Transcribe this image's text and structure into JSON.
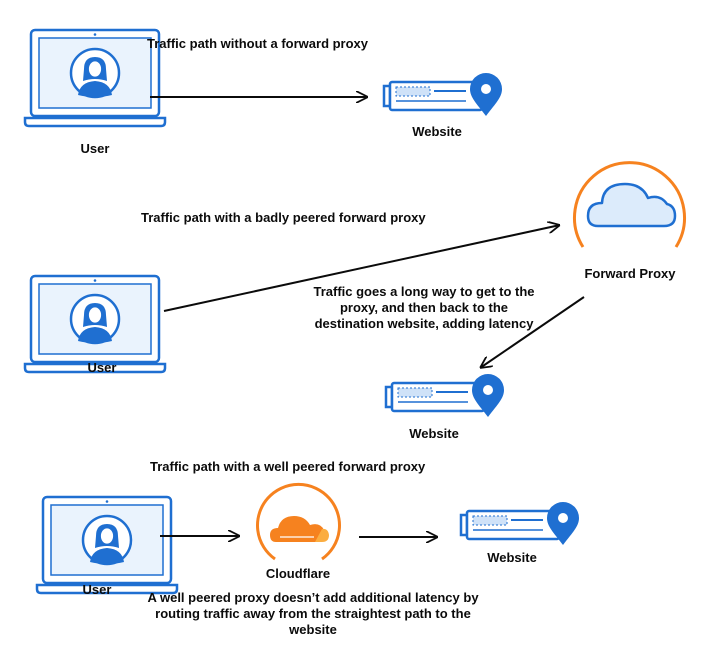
{
  "section1": {
    "title": "Traffic path without a forward proxy",
    "user_label": "User",
    "website_label": "Website"
  },
  "section2": {
    "title": "Traffic path with a badly peered forward proxy",
    "proxy_label": "Forward Proxy",
    "note": "Traffic goes a long way to get to the proxy, and then back to the destination website, adding latency",
    "user_label": "User",
    "website_label": "Website"
  },
  "section3": {
    "title": "Traffic path with a well peered forward proxy",
    "user_label": "User",
    "proxy_label": "Cloudflare",
    "website_label": "Website",
    "note": "A well peered proxy doesn’t add additional latency by routing traffic away from the straightest path to the website"
  },
  "colors": {
    "blue": "#1f6fd1",
    "light_blue": "#eaf3fd",
    "orange": "#f6821f",
    "text": "#0b0b0b"
  },
  "icons": [
    "laptop-user-icon",
    "server-location-icon",
    "cloud-icon",
    "cloudflare-logo-icon"
  ]
}
